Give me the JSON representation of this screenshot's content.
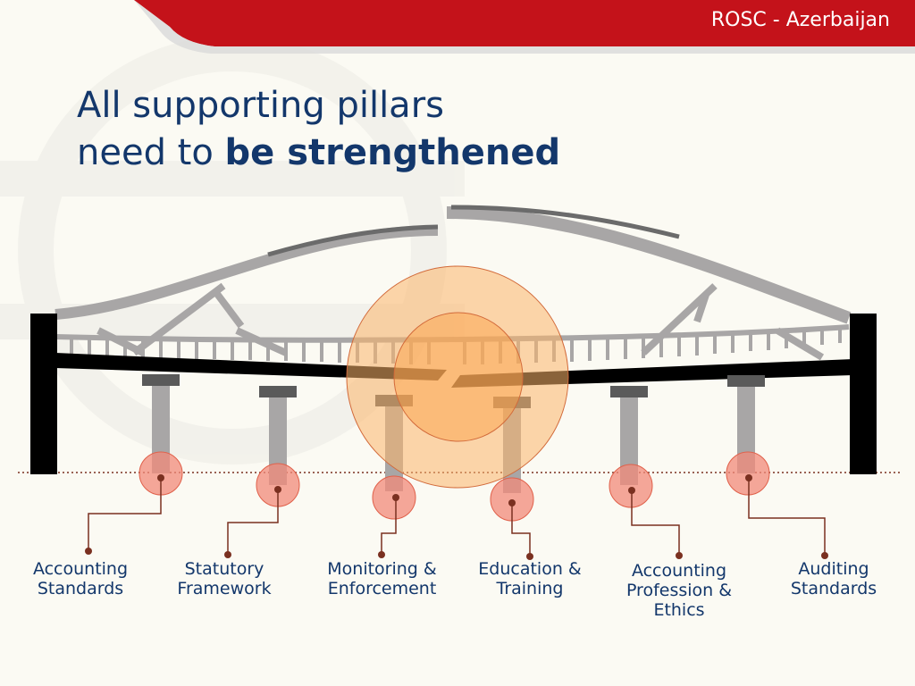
{
  "header": {
    "text": "ROSC - Azerbaijan"
  },
  "title": {
    "line1": "All supporting pillars",
    "line2_prefix": "need to ",
    "line2_bold": "be strengthened"
  },
  "pillars": [
    {
      "label": "Accounting\nStandards"
    },
    {
      "label": "Statutory\nFramework"
    },
    {
      "label": "Monitoring &\nEnforcement"
    },
    {
      "label": "Education &\nTraining"
    },
    {
      "label": "Accounting\nProfession &\nEthics"
    },
    {
      "label": "Auditing\nStandards"
    }
  ],
  "colors": {
    "header_red": "#c4121a",
    "title_blue": "#13376b",
    "highlight_orange": "#fbb56a",
    "marker_red": "#f28a7a"
  }
}
